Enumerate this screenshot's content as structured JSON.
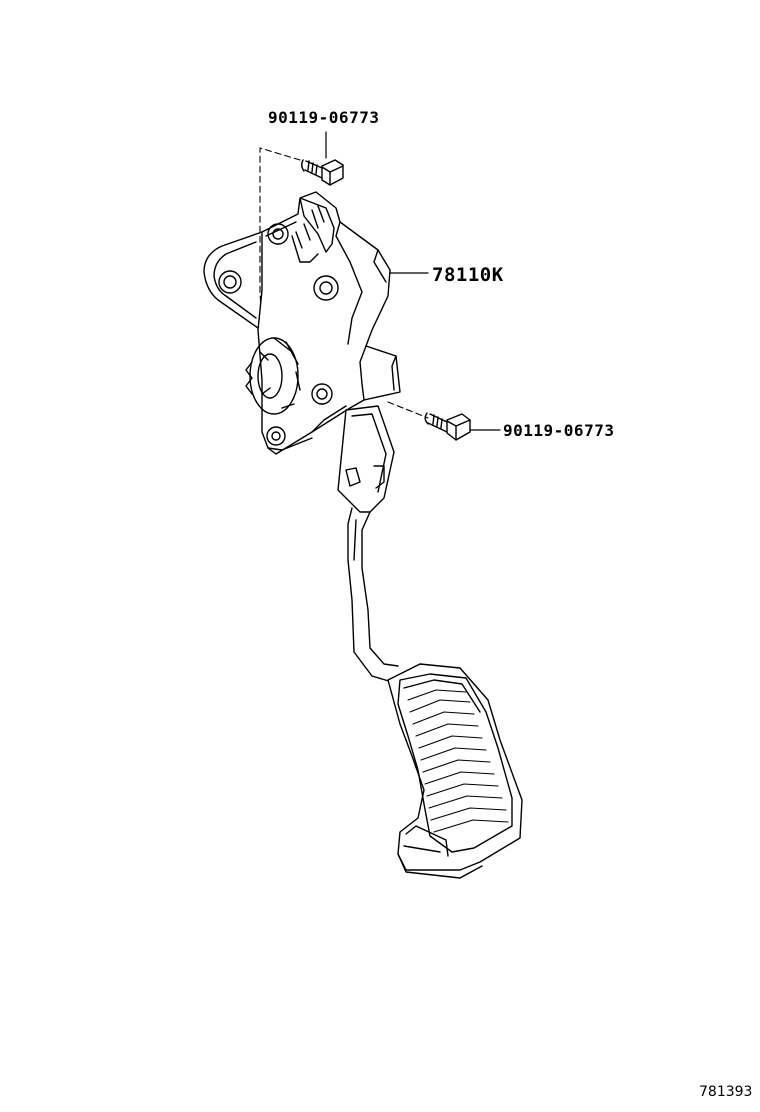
{
  "callouts": {
    "bolt_top": "90119-06773",
    "pedal_assy": "78110K",
    "bolt_right": "90119-06773"
  },
  "figure_ref": "781393"
}
